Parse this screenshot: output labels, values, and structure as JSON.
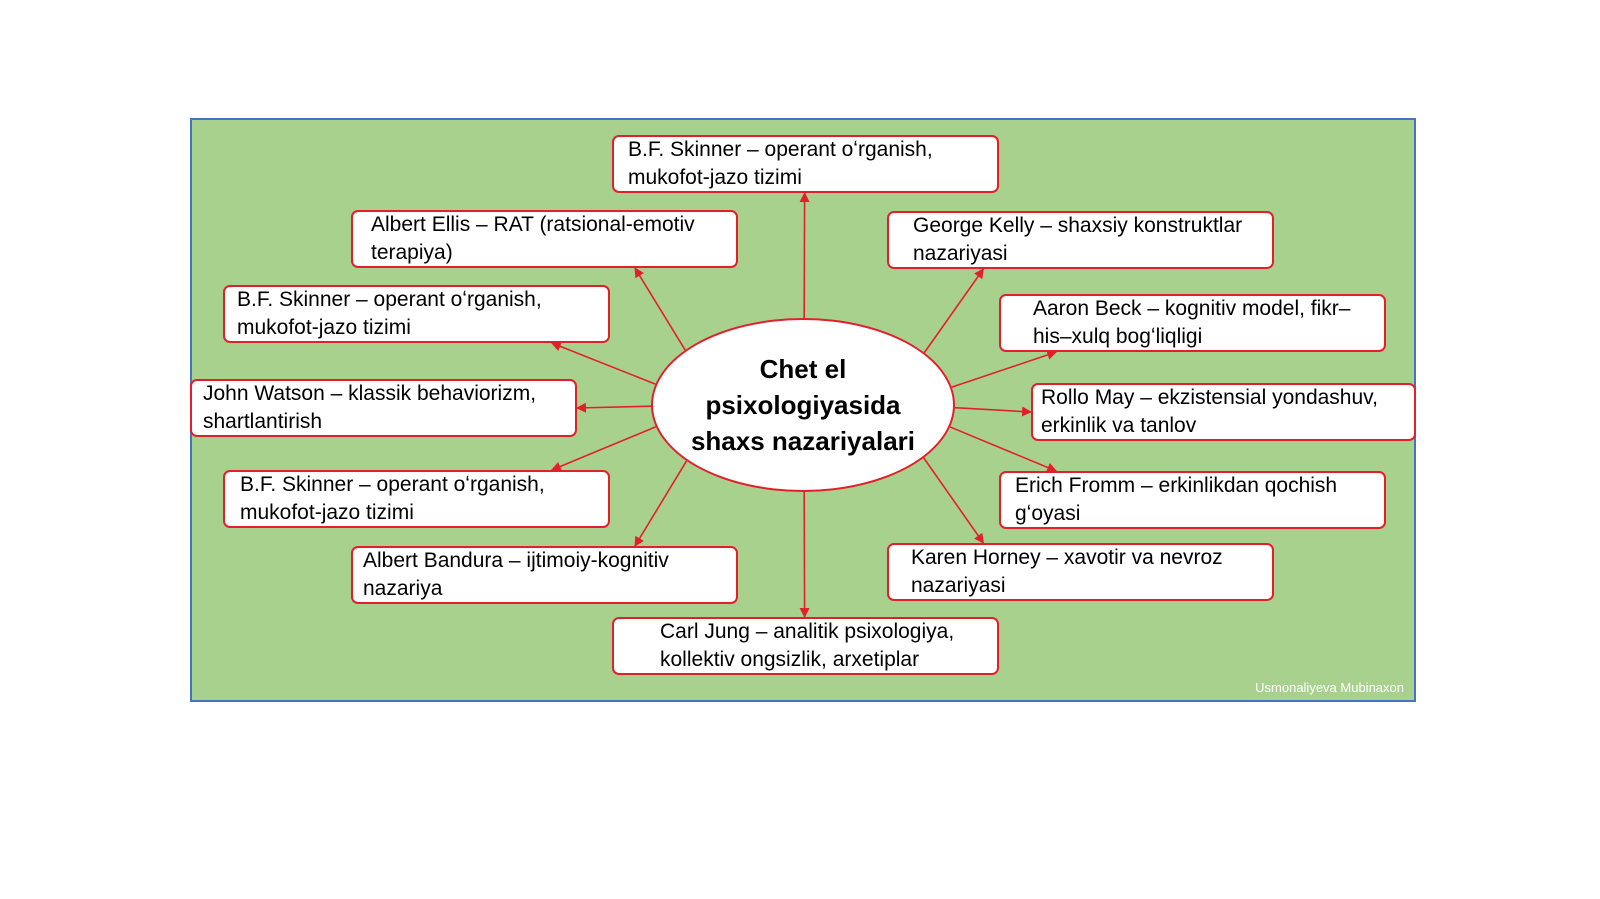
{
  "colors": {
    "background": "#a9d18e",
    "panel_border": "#4472c4",
    "accent": "#e2202c",
    "box_fill": "#ffffff"
  },
  "diagram": {
    "center": "Chet el\npsixologiyasida\nshaxs nazariyalari",
    "nodes": [
      {
        "id": "n_top",
        "text": "B.F. Skinner – operant oʻrganish,\nmukofot-jazo tizimi"
      },
      {
        "id": "n_ellis",
        "text": "Albert Ellis – RAT (ratsional-emotiv\nterapiya)"
      },
      {
        "id": "n_kelly",
        "text": "George Kelly – shaxsiy konstruktlar\nnazariyasi"
      },
      {
        "id": "n_skinner_left_upper",
        "text": "B.F. Skinner – operant oʻrganish,\nmukofot-jazo tizimi"
      },
      {
        "id": "n_beck",
        "text": "Aaron Beck – kognitiv model, fikr–\nhis–xulq bogʻliqligi"
      },
      {
        "id": "n_watson",
        "text": "John Watson – klassik behaviorizm,\nshartlantirish"
      },
      {
        "id": "n_may",
        "text": "Rollo May – ekzistensial yondashuv,\nerkinlik va tanlov"
      },
      {
        "id": "n_skinner_left_lower",
        "text": "B.F. Skinner – operant oʻrganish,\nmukofot-jazo tizimi"
      },
      {
        "id": "n_fromm",
        "text": "Erich Fromm – erkinlikdan qochish\ngʻoyasi"
      },
      {
        "id": "n_bandura",
        "text": "Albert Bandura – ijtimoiy-kognitiv\nnazariya"
      },
      {
        "id": "n_horney",
        "text": "Karen Horney – xavotir va nevroz\nnazariyasi"
      },
      {
        "id": "n_jung",
        "text": "Carl Jung – analitik psixologiya,\nkollektiv ongsizlik, arxetiplar"
      }
    ],
    "edges": [
      {
        "from": "center",
        "to": "n_top"
      },
      {
        "from": "center",
        "to": "n_ellis"
      },
      {
        "from": "center",
        "to": "n_kelly"
      },
      {
        "from": "center",
        "to": "n_skinner_left_upper"
      },
      {
        "from": "center",
        "to": "n_beck"
      },
      {
        "from": "center",
        "to": "n_watson"
      },
      {
        "from": "center",
        "to": "n_may"
      },
      {
        "from": "center",
        "to": "n_skinner_left_lower"
      },
      {
        "from": "center",
        "to": "n_fromm"
      },
      {
        "from": "center",
        "to": "n_bandura"
      },
      {
        "from": "center",
        "to": "n_horney"
      },
      {
        "from": "center",
        "to": "n_jung"
      }
    ]
  },
  "credit": "Usmonaliyeva Mubinaxon"
}
